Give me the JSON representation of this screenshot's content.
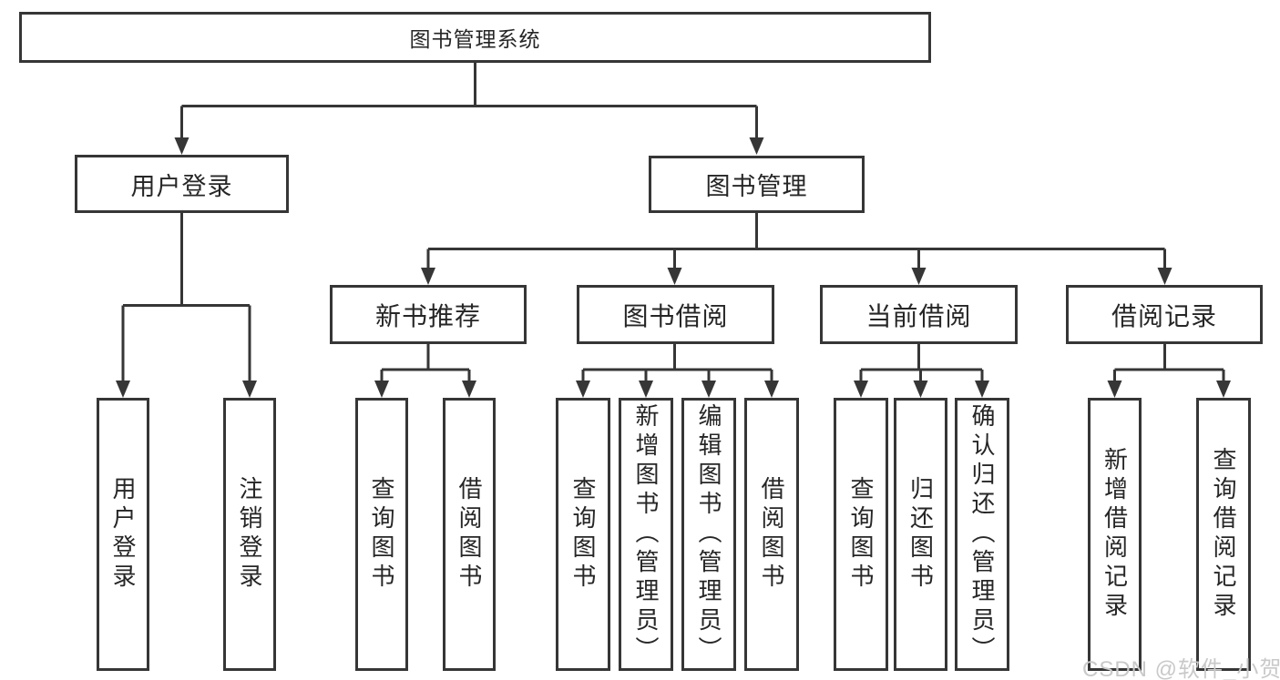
{
  "diagram": {
    "root": {
      "label": "图书管理系统"
    },
    "branches": [
      {
        "label": "用户登录",
        "children": [
          {
            "label": "用户登录"
          },
          {
            "label": "注销登录"
          }
        ]
      },
      {
        "label": "图书管理",
        "children": [
          {
            "label": "新书推荐",
            "children": [
              {
                "label": "查询图书"
              },
              {
                "label": "借阅图书"
              }
            ]
          },
          {
            "label": "图书借阅",
            "children": [
              {
                "label": "查询图书"
              },
              {
                "label": "新增图书（管理员）"
              },
              {
                "label": "编辑图书（管理员）"
              },
              {
                "label": "借阅图书"
              }
            ]
          },
          {
            "label": "当前借阅",
            "children": [
              {
                "label": "查询图书"
              },
              {
                "label": "归还图书"
              },
              {
                "label": "确认归还（管理员）"
              }
            ]
          },
          {
            "label": "借阅记录",
            "children": [
              {
                "label": "新增借阅记录"
              },
              {
                "label": "查询借阅记录"
              }
            ]
          }
        ]
      }
    ]
  },
  "watermark": {
    "text": "CSDN @软件_小贺同学"
  },
  "colors": {
    "line": "#363636",
    "text": "#262626",
    "watermark": "#c9c9c9",
    "background": "#ffffff"
  }
}
